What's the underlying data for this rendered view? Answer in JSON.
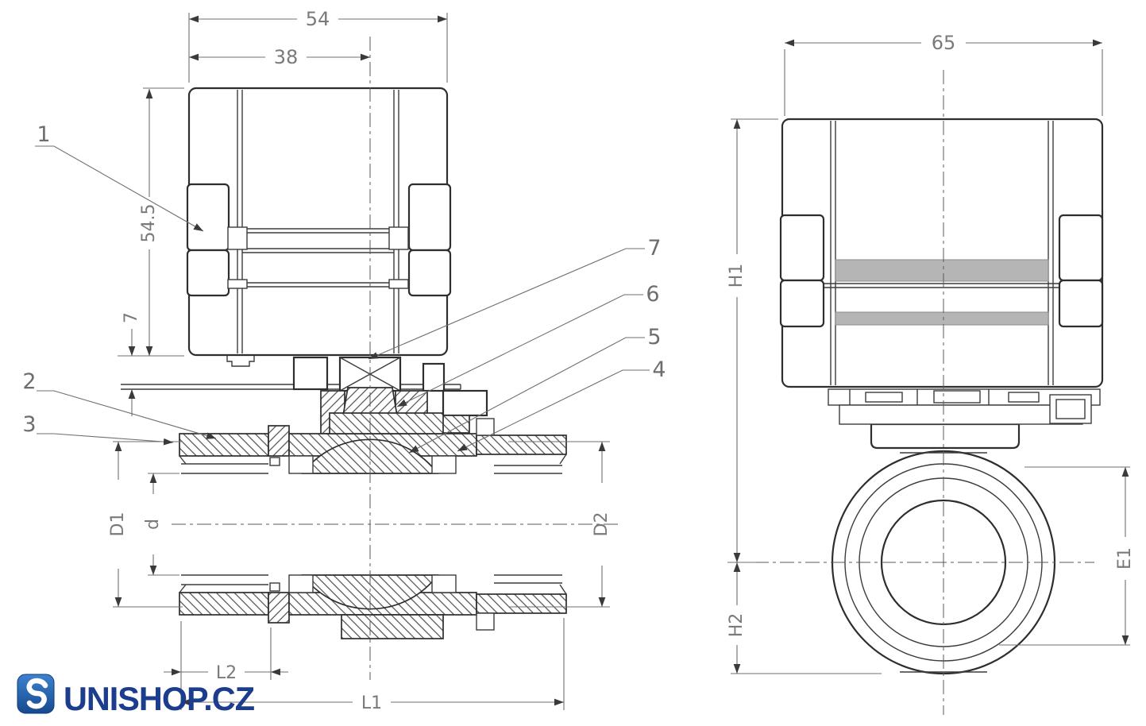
{
  "front_view": {
    "dims": {
      "overall_width": "54",
      "inner_width": "38",
      "actuator_height": "54.5",
      "bracket_gap": "7",
      "port_left_od": "D1",
      "bore": "d",
      "port_right_od": "D2",
      "port_length": "L2",
      "overall_length": "L1"
    },
    "callouts": {
      "n1": "1",
      "n2": "2",
      "n3": "3",
      "n4": "4",
      "n5": "5",
      "n6": "6",
      "n7": "7"
    }
  },
  "side_view": {
    "dims": {
      "overall_width": "65",
      "height_axis_top": "H1",
      "height_axis_bottom": "H2",
      "end_diameter": "E1"
    }
  },
  "logo": {
    "brand": "UNISHOP.CZ"
  },
  "colors": {
    "line": "#2e2e2e",
    "dim_line": "#6f6f6f",
    "dim_text": "#7a7a7a",
    "band_gray": "#b5b5b5",
    "logo_navy": "#1c3d8e",
    "logo_icon_blue": "#2f73c3",
    "background": "#ffffff"
  }
}
